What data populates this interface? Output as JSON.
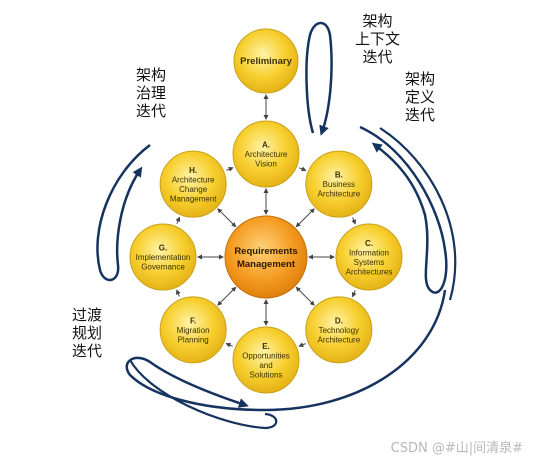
{
  "diagram": {
    "preliminary": "Preliminary",
    "center": [
      "Requirements",
      "Management"
    ],
    "phases": [
      {
        "letter": "A.",
        "lines": [
          "Architecture",
          "Vision"
        ]
      },
      {
        "letter": "B.",
        "lines": [
          "Business",
          "Architecture"
        ]
      },
      {
        "letter": "C.",
        "lines": [
          "Information",
          "Systems",
          "Architectures"
        ]
      },
      {
        "letter": "D.",
        "lines": [
          "Technology",
          "Architecture"
        ]
      },
      {
        "letter": "E.",
        "lines": [
          "Opportunities",
          "and",
          "Solutions"
        ]
      },
      {
        "letter": "F.",
        "lines": [
          "Migration",
          "Planning"
        ]
      },
      {
        "letter": "G.",
        "lines": [
          "Implementation",
          "Governance"
        ]
      },
      {
        "letter": "H.",
        "lines": [
          "Architecture",
          "Change",
          "Management"
        ]
      }
    ]
  },
  "iterations": {
    "context": "架构\n上下文\n迭代",
    "governance": "架构\n治理\n迭代",
    "definition": "架构\n定义\n迭代",
    "transition": "过渡\n规划\n迭代"
  },
  "watermark": "CSDN @#山|间清泉#",
  "colors": {
    "phase_fill": "#f7c928",
    "phase_stroke": "#c9a21a",
    "center_fill": "#f39a1e",
    "arc": "#15335e",
    "connector": "#444444"
  }
}
